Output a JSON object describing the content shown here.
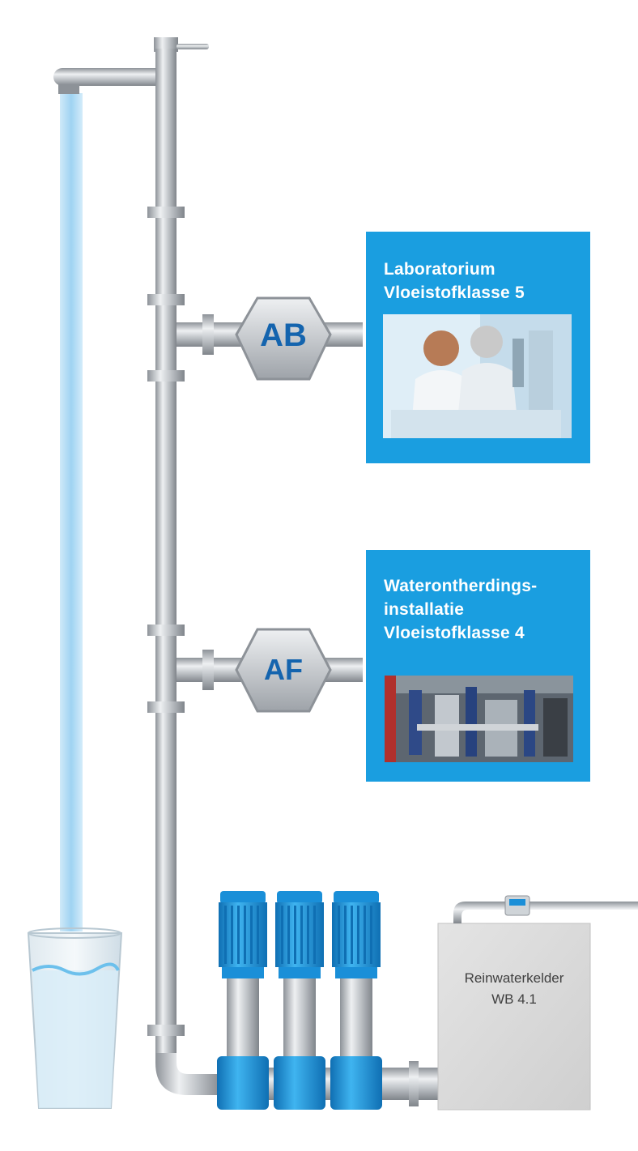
{
  "colors": {
    "panel": "#1a9ee0",
    "valve_text": "#1464ae",
    "pump_blue": "#1a8fd8",
    "pipe": "#b8bcc2",
    "water": "#a9d8f2",
    "cellar": "#d8d8d8"
  },
  "valves": [
    {
      "code": "AB"
    },
    {
      "code": "AF"
    }
  ],
  "panels": [
    {
      "lines": [
        "Laboratorium",
        "Vloeistofklasse 5"
      ],
      "photo": "laboratory-photo"
    },
    {
      "lines": [
        "Waterontherdings-",
        "installatie",
        "Vloeistofklasse 4"
      ],
      "photo": "water-softening-plant-photo"
    }
  ],
  "cellar": {
    "lines": [
      "Reinwaterkelder",
      "WB 4.1"
    ]
  },
  "pumps": {
    "count": 3
  },
  "icons": [
    "tap-icon",
    "water-glass-icon",
    "flow-meter-icon"
  ]
}
